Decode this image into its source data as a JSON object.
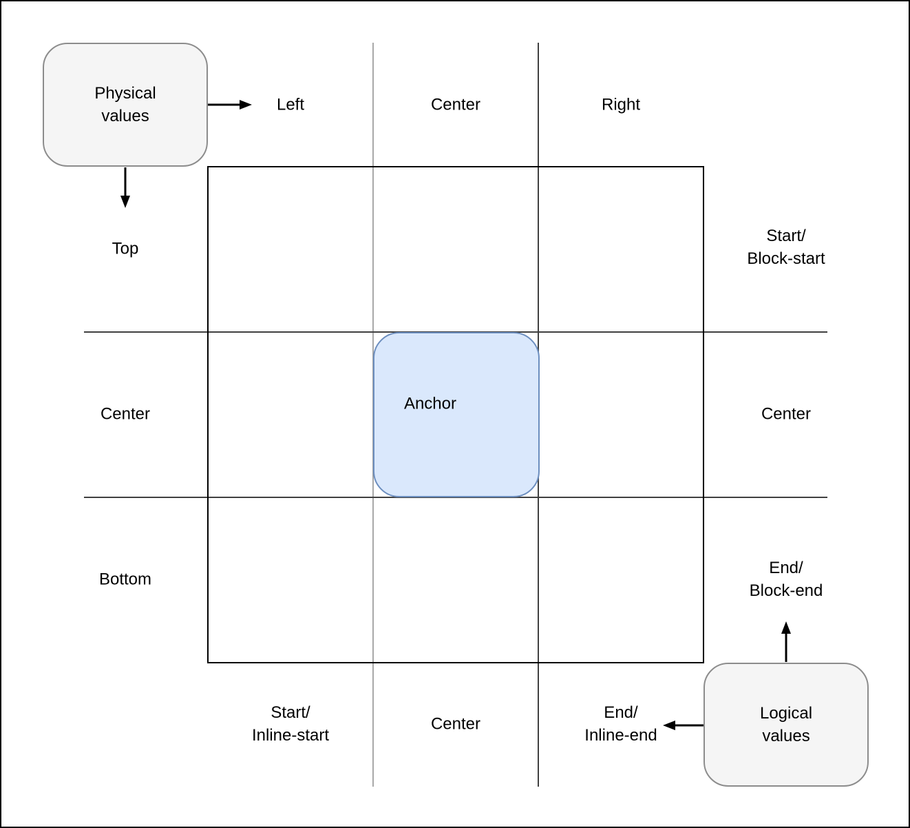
{
  "diagram": {
    "description": "Physical vs logical anchor positioning values grid",
    "boxes": {
      "physical": "Physical\nvalues",
      "logical": "Logical\nvalues",
      "anchor": "Anchor"
    },
    "labels": {
      "top": [
        "Left",
        "Center",
        "Right"
      ],
      "left": [
        "Top",
        "Center",
        "Bottom"
      ],
      "right": [
        "Start/\nBlock-start",
        "Center",
        "End/\nBlock-end"
      ],
      "bottom": [
        "Start/\nInline-start",
        "Center",
        "End/\nInline-end"
      ]
    },
    "colors": {
      "anchor_fill": "#dae8fc",
      "anchor_border": "#6c8ebf",
      "value_box_fill": "#f5f5f5",
      "value_box_border": "#8c8c8c",
      "grid_line_major": "#404040",
      "grid_line_minor": "#8c8c8c",
      "inner_box_border": "#000000",
      "outer_border": "#000000",
      "arrow": "#000000",
      "text": "#000000"
    }
  }
}
